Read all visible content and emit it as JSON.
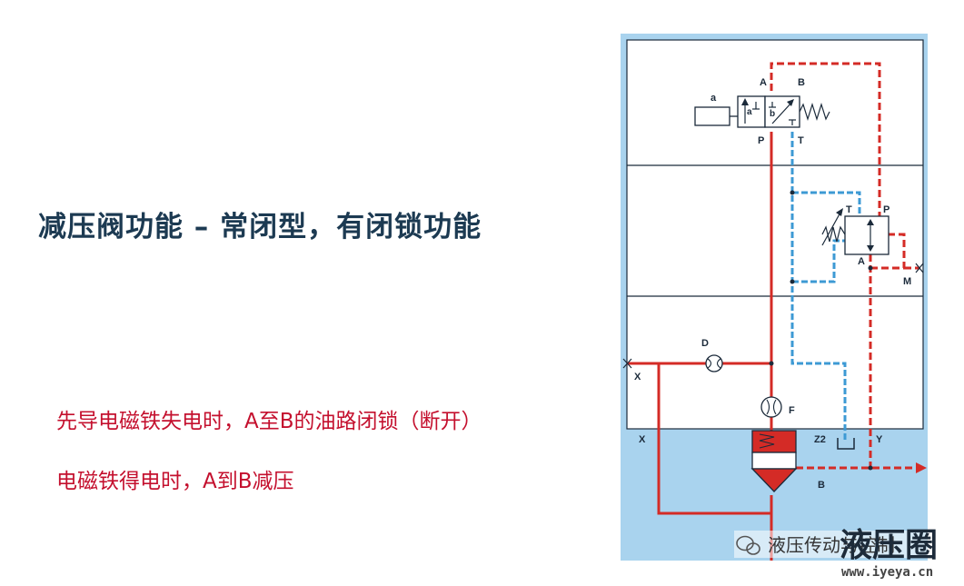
{
  "heading": "减压阀功能 – 常闭型，有闭锁功能",
  "notes": [
    "先导电磁铁失电时，A至B的油路闭锁（断开）",
    "电磁铁得电时，A到B减压"
  ],
  "diagram": {
    "labels": {
      "sol_a": "a",
      "pos_a": "a",
      "pos_b": "b",
      "dir_port_A": "A",
      "dir_port_B": "B",
      "dir_port_P": "P",
      "dir_port_T": "T",
      "red_port_T": "T",
      "red_port_P": "P",
      "red_port_A": "A",
      "port_M": "M",
      "orifice_D": "D",
      "orifice_F": "F",
      "port_X_upper": "X",
      "port_X_lower": "X",
      "port_Z2": "Z2",
      "port_Y": "Y",
      "port_B_out": "B"
    },
    "colors": {
      "pressure": "#d42b26",
      "tank": "#3d9ad4",
      "fluid_background": "#a9d3ee",
      "outline": "#1b2a3a"
    }
  },
  "watermark": {
    "name": "液压传动与控制",
    "logo": "液压圈",
    "url": "www.iyeya.cn"
  }
}
